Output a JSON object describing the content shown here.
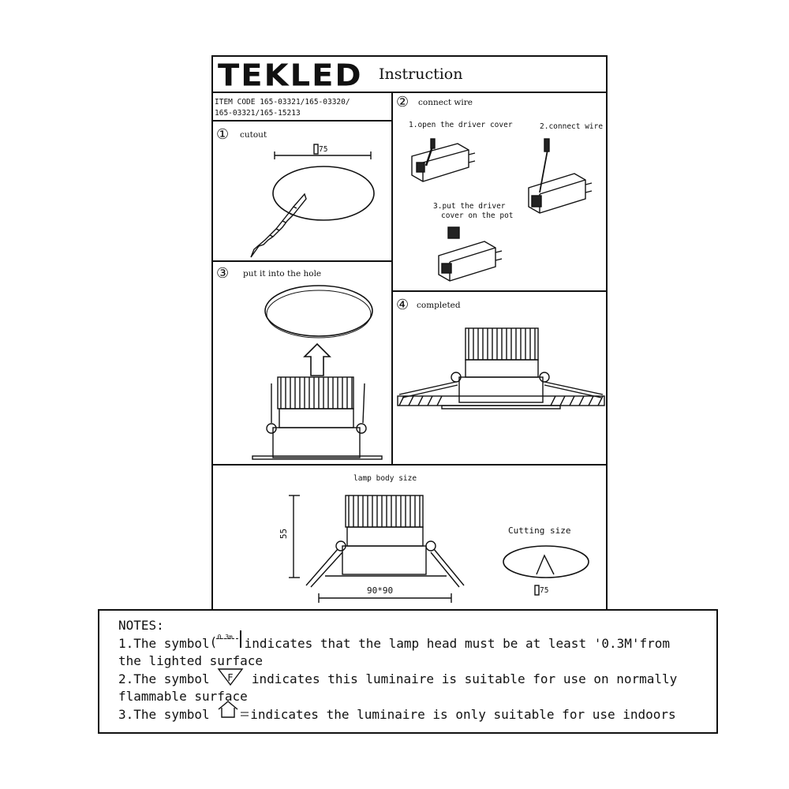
{
  "header": {
    "logo": "TEKLED",
    "title": "Instruction",
    "item_code_line1": "ITEM CODE 165-03321/165-03320/",
    "item_code_line2": "165-03321/165-15213"
  },
  "steps": {
    "step1": {
      "number": "①",
      "label": "cutout",
      "dimension": "75"
    },
    "step2": {
      "number": "②",
      "label": "connect wire",
      "sub1": "1.open the driver cover",
      "sub2": "2.connect wire",
      "sub3_line1": "3.put the driver",
      "sub3_line2": "cover on the pot"
    },
    "step3": {
      "number": "③",
      "label": "put it into the hole"
    },
    "step4": {
      "number": "④",
      "label": "completed"
    }
  },
  "dimensions": {
    "lamp_body_label": "lamp body size",
    "height": "55",
    "width": "90*90",
    "cutting_label": "Cutting size",
    "cutting_value": "75"
  },
  "notes": {
    "title": "NOTES:",
    "line1a": "1.The symbol",
    "line1b": "indicates that the lamp head must be at least '0.3M'from",
    "line1c": "the lighted surface",
    "line2a": "2.The symbol",
    "line2b": "indicates this luminaire is suitable for use on normally",
    "line2c": "flammable surface",
    "line3a": "3.The symbol",
    "line3b": "indicates the luminaire is only suitable for use indoors",
    "symbol_distance": "0.3m",
    "symbol_f": "F"
  }
}
